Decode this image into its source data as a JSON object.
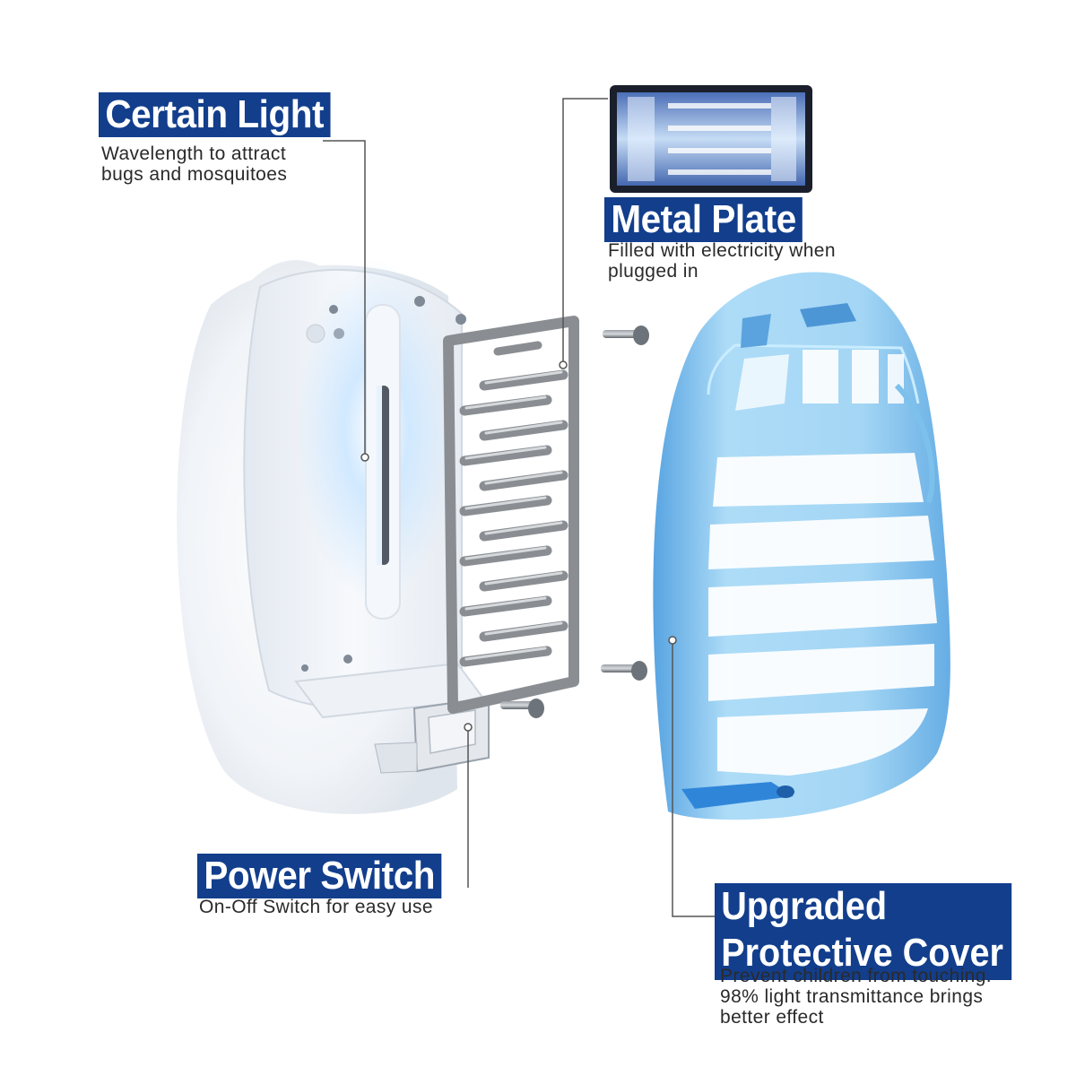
{
  "callouts": {
    "certain_light": {
      "title": "Certain Light",
      "desc": [
        "Wavelength to attract",
        "bugs and mosquitoes"
      ]
    },
    "metal_plate": {
      "title": "Metal Plate",
      "desc": [
        "Filled with electricity when",
        "plugged in"
      ]
    },
    "power_switch": {
      "title": "Power Switch",
      "desc": [
        "On-Off Switch for easy use"
      ]
    },
    "protective_cover": {
      "title": [
        "Upgraded",
        "Protective Cover"
      ],
      "desc": [
        "Prevent children from touching.",
        "98% light transmittance brings",
        "better effect"
      ]
    }
  },
  "colors": {
    "label_bg": "#123e8c",
    "cover_blue": "#7fc3ef",
    "uv_light": "#bfe2ff",
    "plate_gray": "#8a8e93",
    "leader_line": "#555555"
  }
}
